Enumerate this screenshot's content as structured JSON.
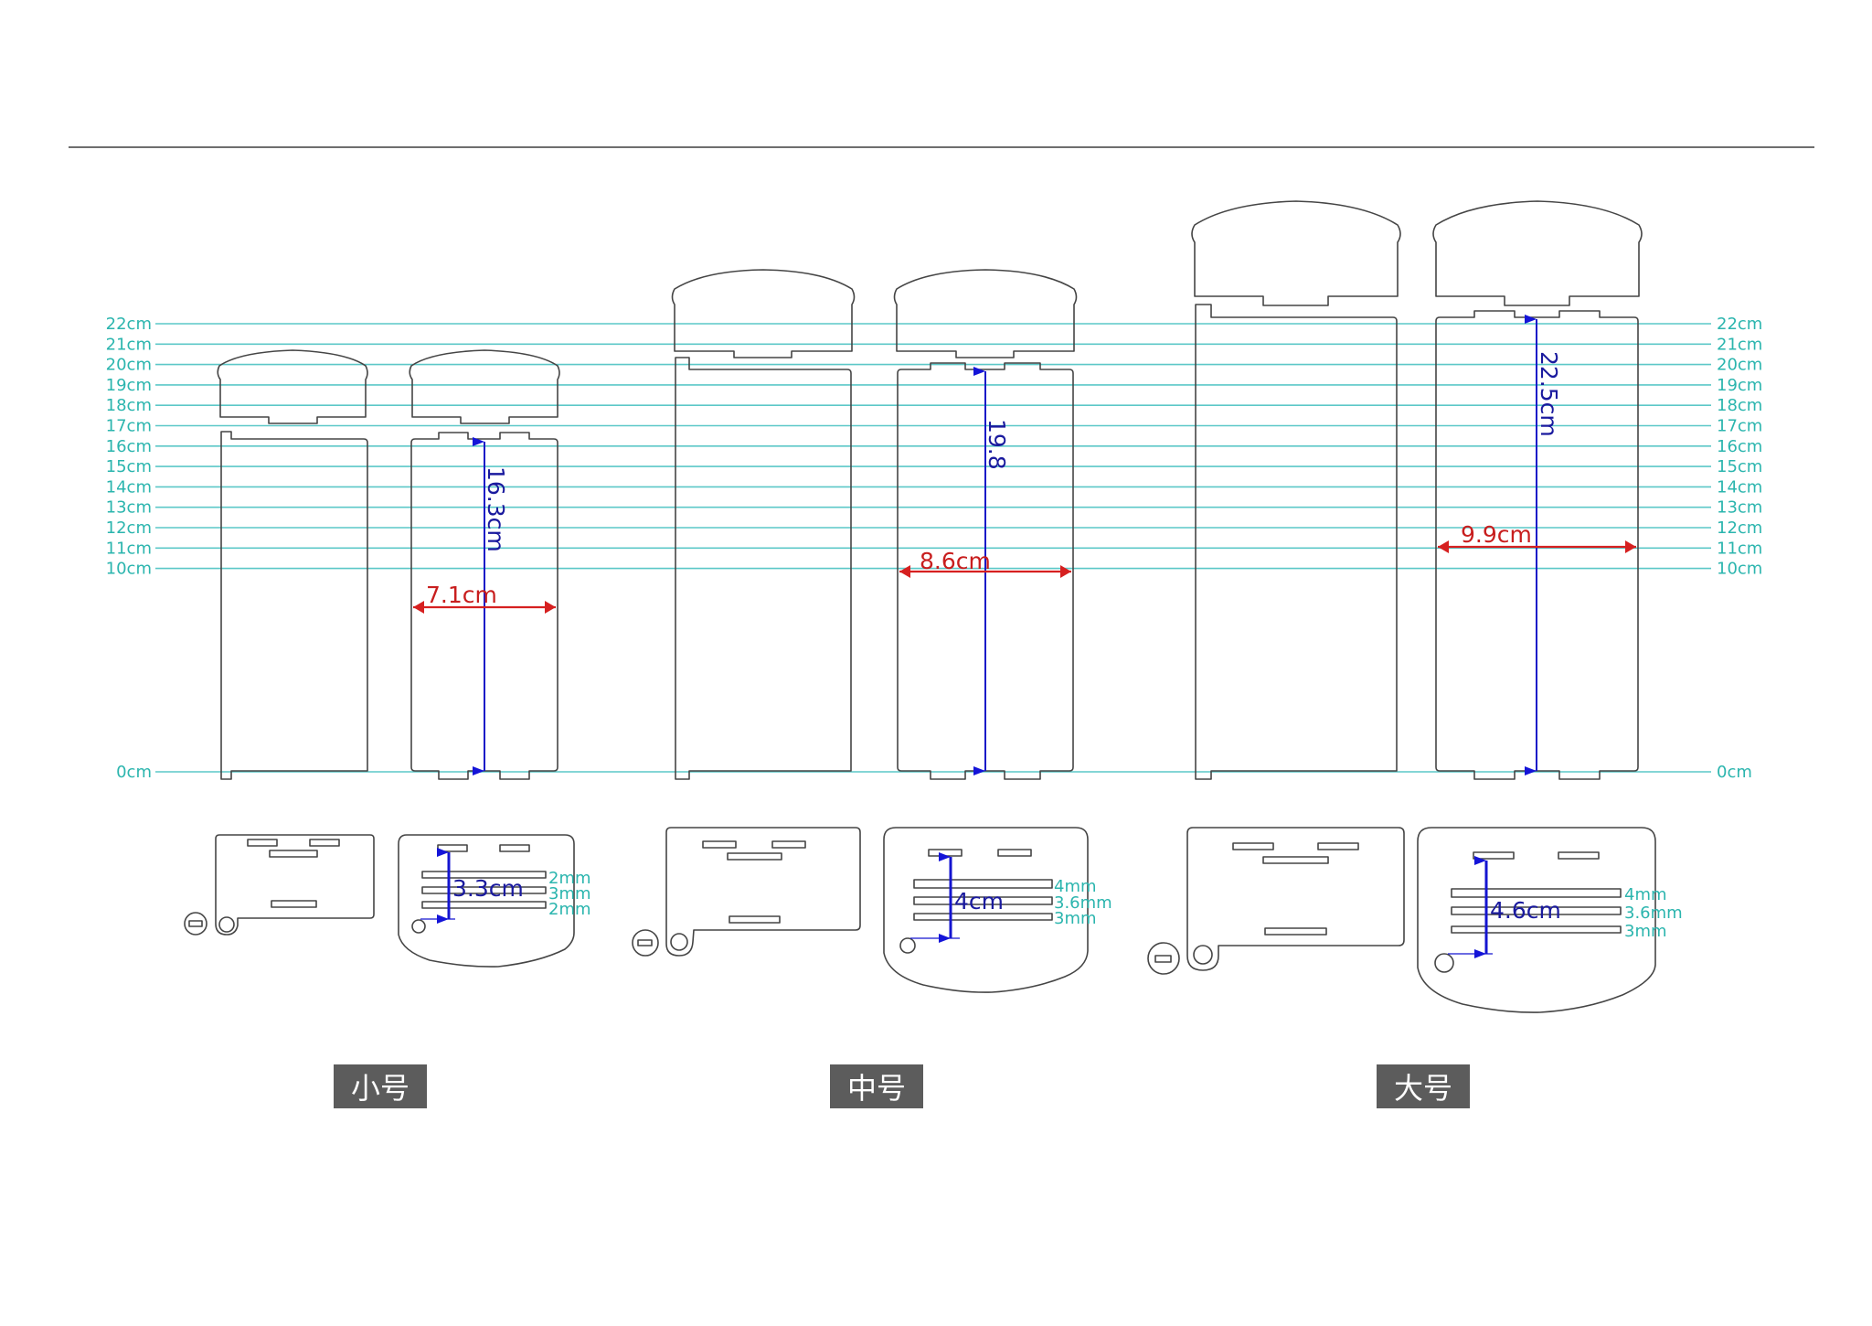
{
  "diagram": {
    "scale": {
      "unit_labels": [
        "22cm",
        "21cm",
        "20cm",
        "19cm",
        "18cm",
        "17cm",
        "16cm",
        "15cm",
        "14cm",
        "13cm",
        "12cm",
        "11cm",
        "10cm"
      ],
      "zero_label": "0cm",
      "grid_color": "#5cc8c8",
      "label_color": "#2bb5ae"
    },
    "sizes": [
      {
        "name": "小号",
        "height_label": "16.3cm",
        "width_label": "7.1cm",
        "plate_depth_label": "3.3cm",
        "slot_labels": [
          "2mm",
          "3mm",
          "2mm"
        ]
      },
      {
        "name": "中号",
        "height_label": "19.8",
        "width_label": "8.6cm",
        "plate_depth_label": "4cm",
        "slot_labels": [
          "4mm",
          "3.6mm",
          "3mm"
        ]
      },
      {
        "name": "大号",
        "height_label": "22.5cm",
        "width_label": "9.9cm",
        "plate_depth_label": "4.6cm",
        "slot_labels": [
          "4mm",
          "3.6mm",
          "3mm"
        ]
      }
    ],
    "colors": {
      "height_dimension": "#1818c8",
      "width_dimension": "#d62020",
      "size_tag_bg": "#5c5c5c"
    }
  }
}
